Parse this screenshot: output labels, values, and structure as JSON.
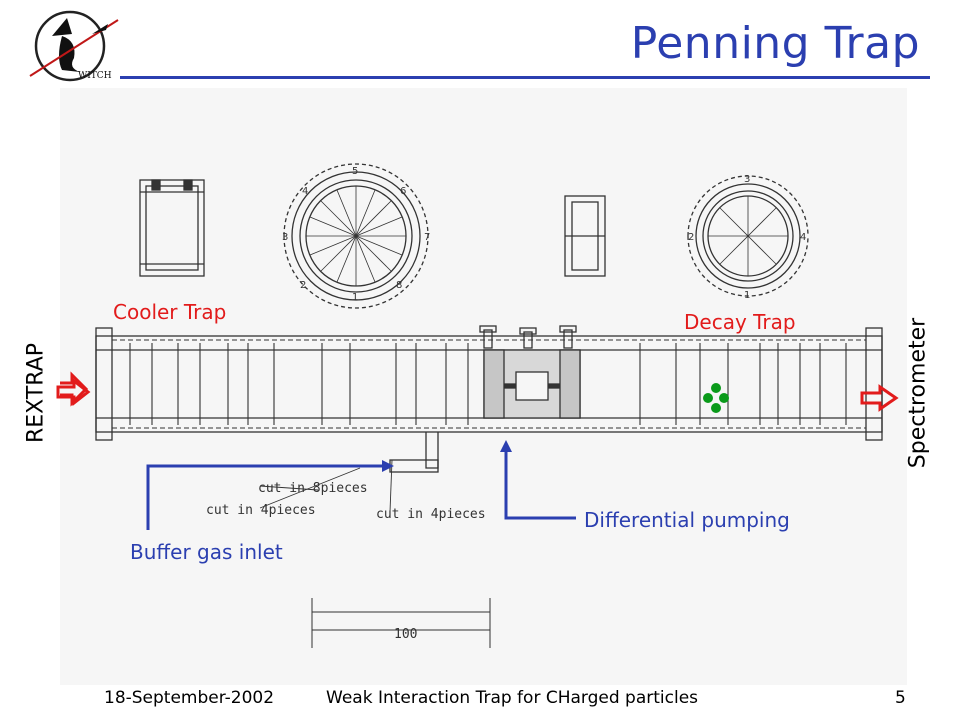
{
  "slide": {
    "title": "Penning Trap",
    "logo_text": "WITCH"
  },
  "labels": {
    "cooler_trap": "Cooler Trap",
    "decay_trap": "Decay Trap",
    "rextrap": "REXTRAP",
    "spectrometer": "Spectrometer",
    "differential_pumping": "Differential pumping",
    "buffer_gas_inlet": "Buffer gas inlet"
  },
  "drawing_text": {
    "cut_8": "cut in 8pieces",
    "cut_4a": "cut in 4pieces",
    "cut_4b": "cut in 4pieces",
    "scale": "100",
    "ring_left_numbers": [
      "1",
      "2",
      "3",
      "4",
      "5",
      "6",
      "7",
      "8"
    ],
    "ring_right_numbers": [
      "1",
      "2",
      "3",
      "4"
    ]
  },
  "footer": {
    "date": "18-September-2002",
    "subtitle": "Weak Interaction Trap for CHarged particles",
    "page": "5"
  },
  "colors": {
    "title": "#2b3fb0",
    "label_red": "#e21b1b",
    "label_blue": "#2b3fb0",
    "ion_marker": "#0a9a1a"
  }
}
